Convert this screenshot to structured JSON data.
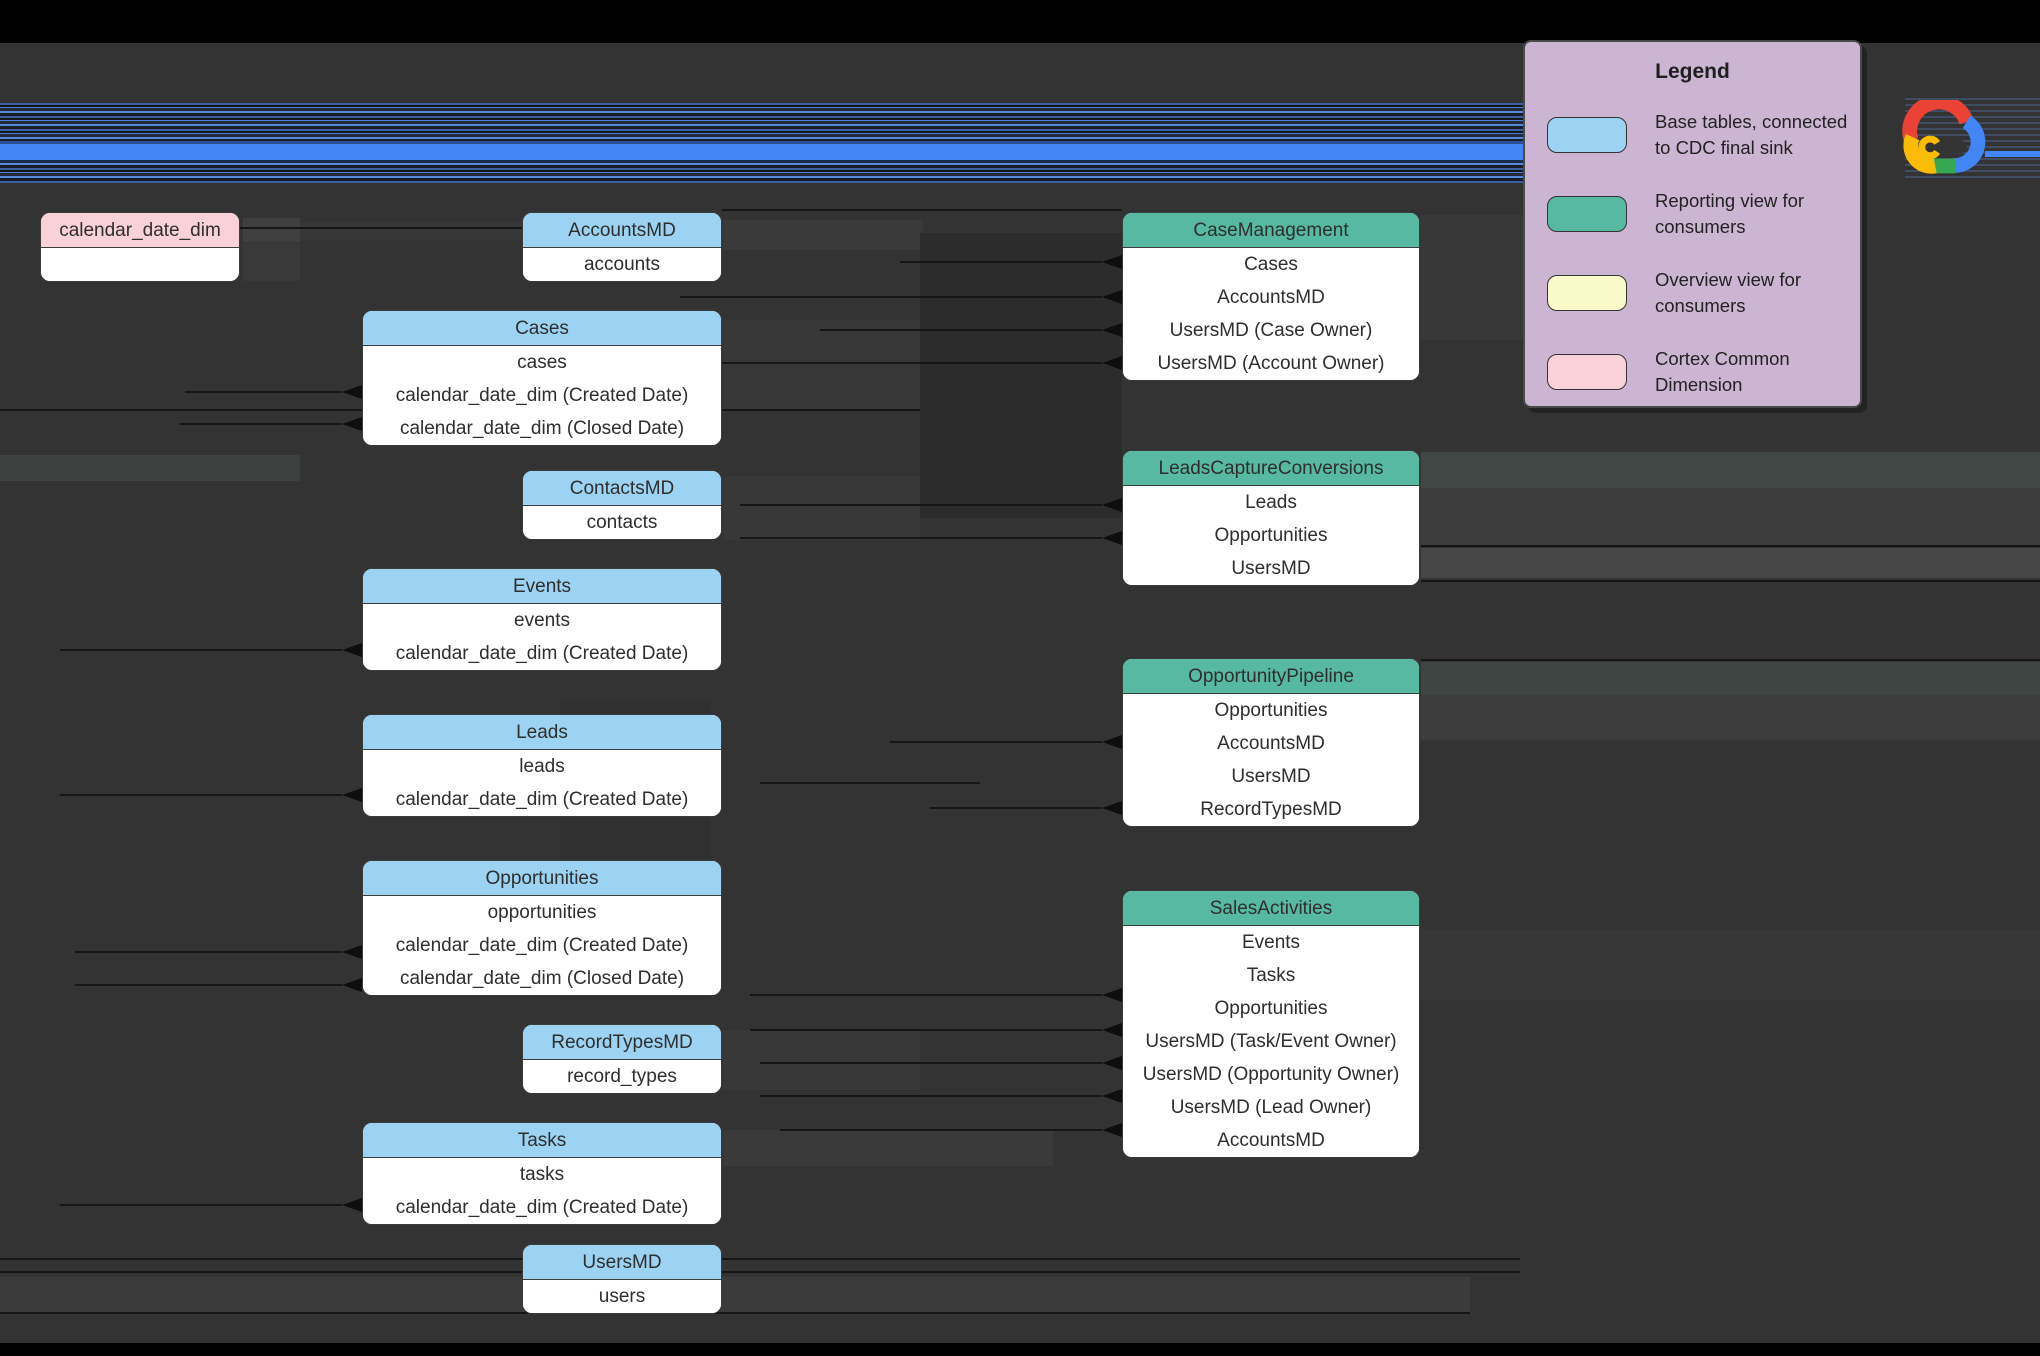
{
  "legend": {
    "title": "Legend",
    "items": [
      {
        "swatch_key": "base_table",
        "label": "Base tables, connected to CDC final sink"
      },
      {
        "swatch_key": "reporting_view",
        "label": "Reporting view for consumers"
      },
      {
        "swatch_key": "overview_view",
        "label": "Overview view for consumers"
      },
      {
        "swatch_key": "cortex_dimension",
        "label": "Cortex Common Dimension"
      }
    ]
  },
  "colors": {
    "base_table": "#9cd3f2",
    "reporting_view": "#57b9a2",
    "overview_view": "#f9f9c9",
    "cortex_dimension": "#f9d2d9",
    "legend_bg": "#ccb4d3",
    "canvas": "#333333",
    "edge_blue": "#4285f4"
  },
  "logo": {
    "name": "google-cloud-logo"
  },
  "tables": [
    {
      "id": "calendar_date_dim",
      "kind": "cortex_dimension",
      "title": "calendar_date_dim",
      "rows": [
        ""
      ]
    },
    {
      "id": "AccountsMD",
      "kind": "base_table",
      "title": "AccountsMD",
      "rows": [
        "accounts"
      ]
    },
    {
      "id": "Cases",
      "kind": "base_table",
      "title": "Cases",
      "rows": [
        "cases",
        "calendar_date_dim (Created Date)",
        "calendar_date_dim (Closed Date)"
      ]
    },
    {
      "id": "ContactsMD",
      "kind": "base_table",
      "title": "ContactsMD",
      "rows": [
        "contacts"
      ]
    },
    {
      "id": "Events",
      "kind": "base_table",
      "title": "Events",
      "rows": [
        "events",
        "calendar_date_dim (Created Date)"
      ]
    },
    {
      "id": "Leads",
      "kind": "base_table",
      "title": "Leads",
      "rows": [
        "leads",
        "calendar_date_dim (Created Date)"
      ]
    },
    {
      "id": "Opportunities",
      "kind": "base_table",
      "title": "Opportunities",
      "rows": [
        "opportunities",
        "calendar_date_dim (Created Date)",
        "calendar_date_dim (Closed Date)"
      ]
    },
    {
      "id": "RecordTypesMD",
      "kind": "base_table",
      "title": "RecordTypesMD",
      "rows": [
        "record_types"
      ]
    },
    {
      "id": "Tasks",
      "kind": "base_table",
      "title": "Tasks",
      "rows": [
        "tasks",
        "calendar_date_dim (Created Date)"
      ]
    },
    {
      "id": "UsersMD",
      "kind": "base_table",
      "title": "UsersMD",
      "rows": [
        "users"
      ]
    },
    {
      "id": "CaseManagement",
      "kind": "reporting_view",
      "title": "CaseManagement",
      "rows": [
        "Cases",
        "AccountsMD",
        "UsersMD (Case Owner)",
        "UsersMD (Account Owner)"
      ]
    },
    {
      "id": "LeadsCaptureConversions",
      "kind": "reporting_view",
      "title": "LeadsCaptureConversions",
      "rows": [
        "Leads",
        "Opportunities",
        "UsersMD"
      ]
    },
    {
      "id": "OpportunityPipeline",
      "kind": "reporting_view",
      "title": "OpportunityPipeline",
      "rows": [
        "Opportunities",
        "AccountsMD",
        "UsersMD",
        "RecordTypesMD"
      ]
    },
    {
      "id": "SalesActivities",
      "kind": "reporting_view",
      "title": "SalesActivities",
      "rows": [
        "Events",
        "Tasks",
        "Opportunities",
        "UsersMD (Task/Event Owner)",
        "UsersMD (Opportunity Owner)",
        "UsersMD (Lead Owner)",
        "AccountsMD"
      ]
    }
  ]
}
